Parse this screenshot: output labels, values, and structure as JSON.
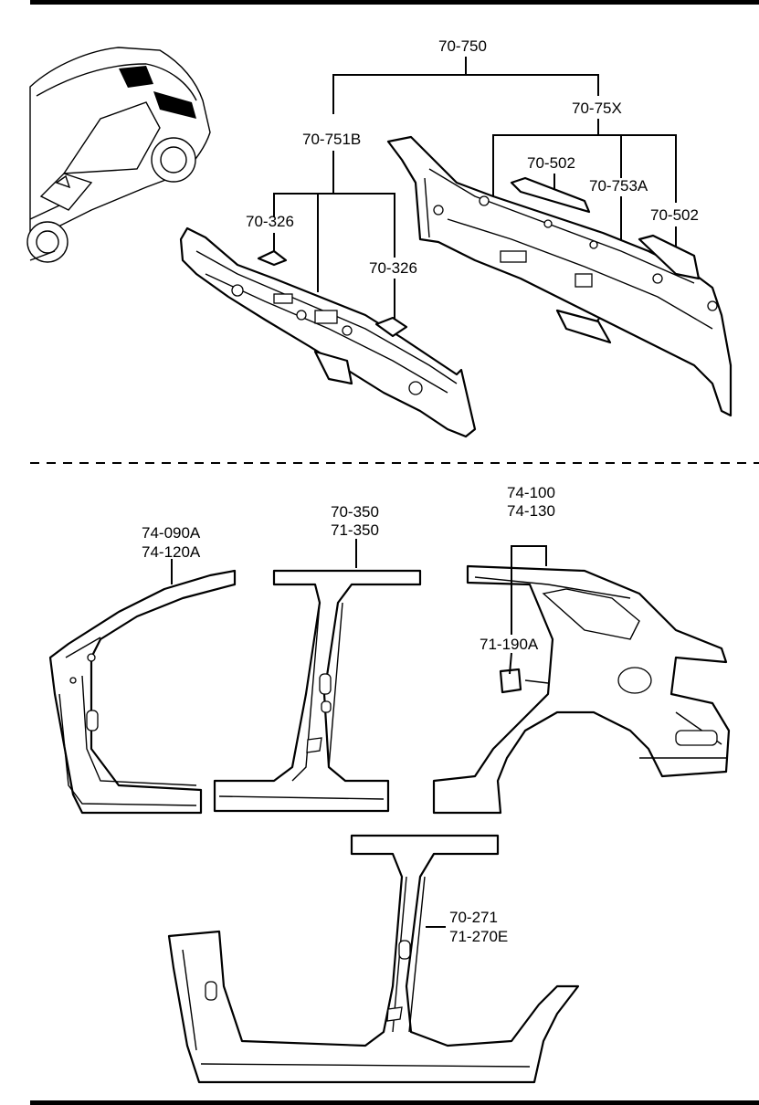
{
  "labels": {
    "l_70750": "70-750",
    "l_7075x": "70-75X",
    "l_70751b": "70-751B",
    "l_70502a": "70-502",
    "l_70753a": "70-753A",
    "l_70502b": "70-502",
    "l_70326a": "70-326",
    "l_70326b": "70-326",
    "l_74090a": "74-090A",
    "l_74120a": "74-120A",
    "l_70350": "70-350",
    "l_71350": "71-350",
    "l_74100": "74-100",
    "l_74130": "74-130",
    "l_71190a": "71-190A",
    "l_70271": "70-271",
    "l_71270e": "71-270E"
  }
}
